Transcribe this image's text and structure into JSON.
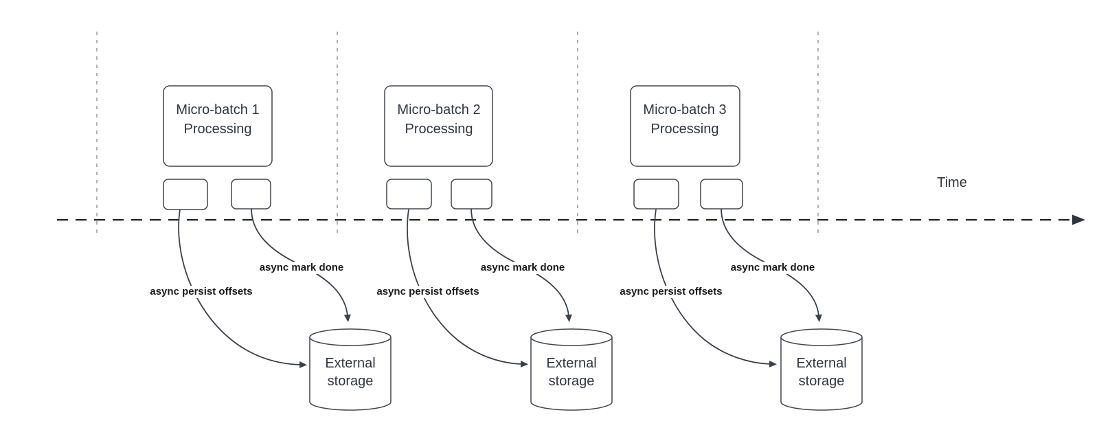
{
  "diagram": {
    "time_label": "Time",
    "groups": [
      {
        "title": "Micro-batch 1",
        "subtitle": "Processing",
        "persist_label": "async persist offsets",
        "mark_done_label": "async mark done",
        "storage_label": "External storage"
      },
      {
        "title": "Micro-batch 2",
        "subtitle": "Processing",
        "persist_label": "async persist offsets",
        "mark_done_label": "async mark done",
        "storage_label": "External storage"
      },
      {
        "title": "Micro-batch 3",
        "subtitle": "Processing",
        "persist_label": "async persist offsets",
        "mark_done_label": "async mark done",
        "storage_label": "External storage"
      }
    ],
    "colors": {
      "shape_stroke": "#40474f",
      "edge_stroke": "#3b4149",
      "guide_line": "#a9a9a9",
      "time_axis": "#1f1f1f",
      "text": "#30373f",
      "background": "#ffffff"
    }
  }
}
